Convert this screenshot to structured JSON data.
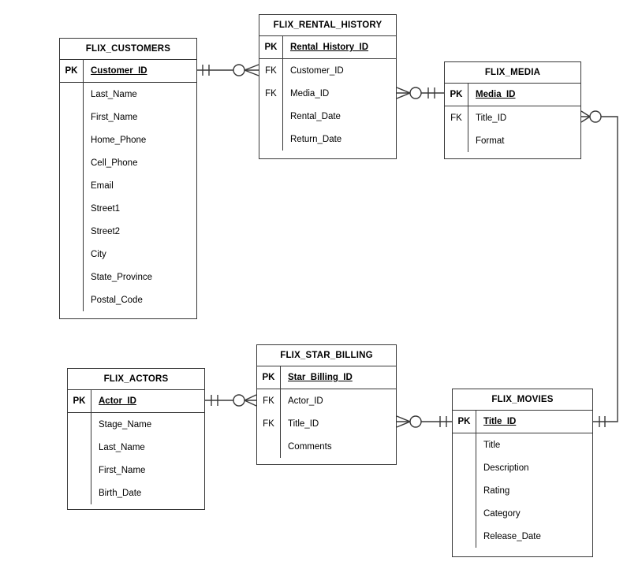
{
  "diagram": {
    "type": "entity-relationship-diagram",
    "colors": {
      "stroke": "#383838",
      "text": "#000000",
      "background": "#ffffff"
    },
    "tables": [
      {
        "title": "FLIX_CUSTOMERS",
        "rows": [
          {
            "key": "PK",
            "name": "Customer_ID",
            "is_primary_key": true
          },
          {
            "key": "",
            "name": "Last_Name"
          },
          {
            "key": "",
            "name": "First_Name"
          },
          {
            "key": "",
            "name": "Home_Phone"
          },
          {
            "key": "",
            "name": "Cell_Phone"
          },
          {
            "key": "",
            "name": "Email"
          },
          {
            "key": "",
            "name": "Street1"
          },
          {
            "key": "",
            "name": "Street2"
          },
          {
            "key": "",
            "name": "City"
          },
          {
            "key": "",
            "name": "State_Province"
          },
          {
            "key": "",
            "name": "Postal_Code"
          }
        ]
      },
      {
        "title": "FLIX_RENTAL_HISTORY",
        "rows": [
          {
            "key": "PK",
            "name": "Rental_History_ID",
            "is_primary_key": true
          },
          {
            "key": "FK",
            "name": "Customer_ID"
          },
          {
            "key": "FK",
            "name": "Media_ID"
          },
          {
            "key": "",
            "name": "Rental_Date"
          },
          {
            "key": "",
            "name": "Return_Date"
          }
        ]
      },
      {
        "title": "FLIX_MEDIA",
        "rows": [
          {
            "key": "PK",
            "name": "Media_ID",
            "is_primary_key": true
          },
          {
            "key": "FK",
            "name": "Title_ID"
          },
          {
            "key": "",
            "name": "Format"
          }
        ]
      },
      {
        "title": "FLIX_ACTORS",
        "rows": [
          {
            "key": "PK",
            "name": "Actor_ID",
            "is_primary_key": true
          },
          {
            "key": "",
            "name": "Stage_Name"
          },
          {
            "key": "",
            "name": "Last_Name"
          },
          {
            "key": "",
            "name": "First_Name"
          },
          {
            "key": "",
            "name": "Birth_Date"
          }
        ]
      },
      {
        "title": "FLIX_STAR_BILLING",
        "rows": [
          {
            "key": "PK",
            "name": "Star_Billing_ID",
            "is_primary_key": true
          },
          {
            "key": "FK",
            "name": "Actor_ID"
          },
          {
            "key": "FK",
            "name": "Title_ID"
          },
          {
            "key": "",
            "name": "Comments"
          }
        ]
      },
      {
        "title": "FLIX_MOVIES",
        "rows": [
          {
            "key": "PK",
            "name": "Title_ID",
            "is_primary_key": true
          },
          {
            "key": "",
            "name": "Title"
          },
          {
            "key": "",
            "name": "Description"
          },
          {
            "key": "",
            "name": "Rating"
          },
          {
            "key": "",
            "name": "Category"
          },
          {
            "key": "",
            "name": "Release_Date"
          }
        ]
      }
    ],
    "relationships": [
      {
        "one_side": "FLIX_CUSTOMERS",
        "many_side": "FLIX_RENTAL_HISTORY",
        "one_notation": "one-and-only-one",
        "many_notation": "zero-or-many",
        "foreign_key": "Customer_ID"
      },
      {
        "one_side": "FLIX_MEDIA",
        "many_side": "FLIX_RENTAL_HISTORY",
        "one_notation": "one-and-only-one",
        "many_notation": "zero-or-many",
        "foreign_key": "Media_ID"
      },
      {
        "one_side": "FLIX_MOVIES",
        "many_side": "FLIX_MEDIA",
        "one_notation": "one-and-only-one",
        "many_notation": "zero-or-many",
        "foreign_key": "Title_ID"
      },
      {
        "one_side": "FLIX_ACTORS",
        "many_side": "FLIX_STAR_BILLING",
        "one_notation": "one-and-only-one",
        "many_notation": "zero-or-many",
        "foreign_key": "Actor_ID"
      },
      {
        "one_side": "FLIX_MOVIES",
        "many_side": "FLIX_STAR_BILLING",
        "one_notation": "one-and-only-one",
        "many_notation": "zero-or-many",
        "foreign_key": "Title_ID"
      }
    ]
  }
}
